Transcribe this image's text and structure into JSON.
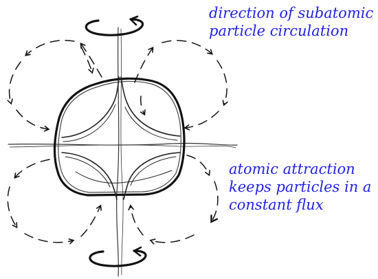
{
  "colors": {
    "annotation_text": "#1f1fe8",
    "ink": "#111111",
    "pencil": "#555555"
  },
  "annotations": {
    "top": {
      "lines": [
        "direction of subatomic",
        "particle  circulation"
      ]
    },
    "right": {
      "lines": [
        "atomic  attraction",
        "keeps particles in a",
        "constant flux"
      ]
    }
  }
}
